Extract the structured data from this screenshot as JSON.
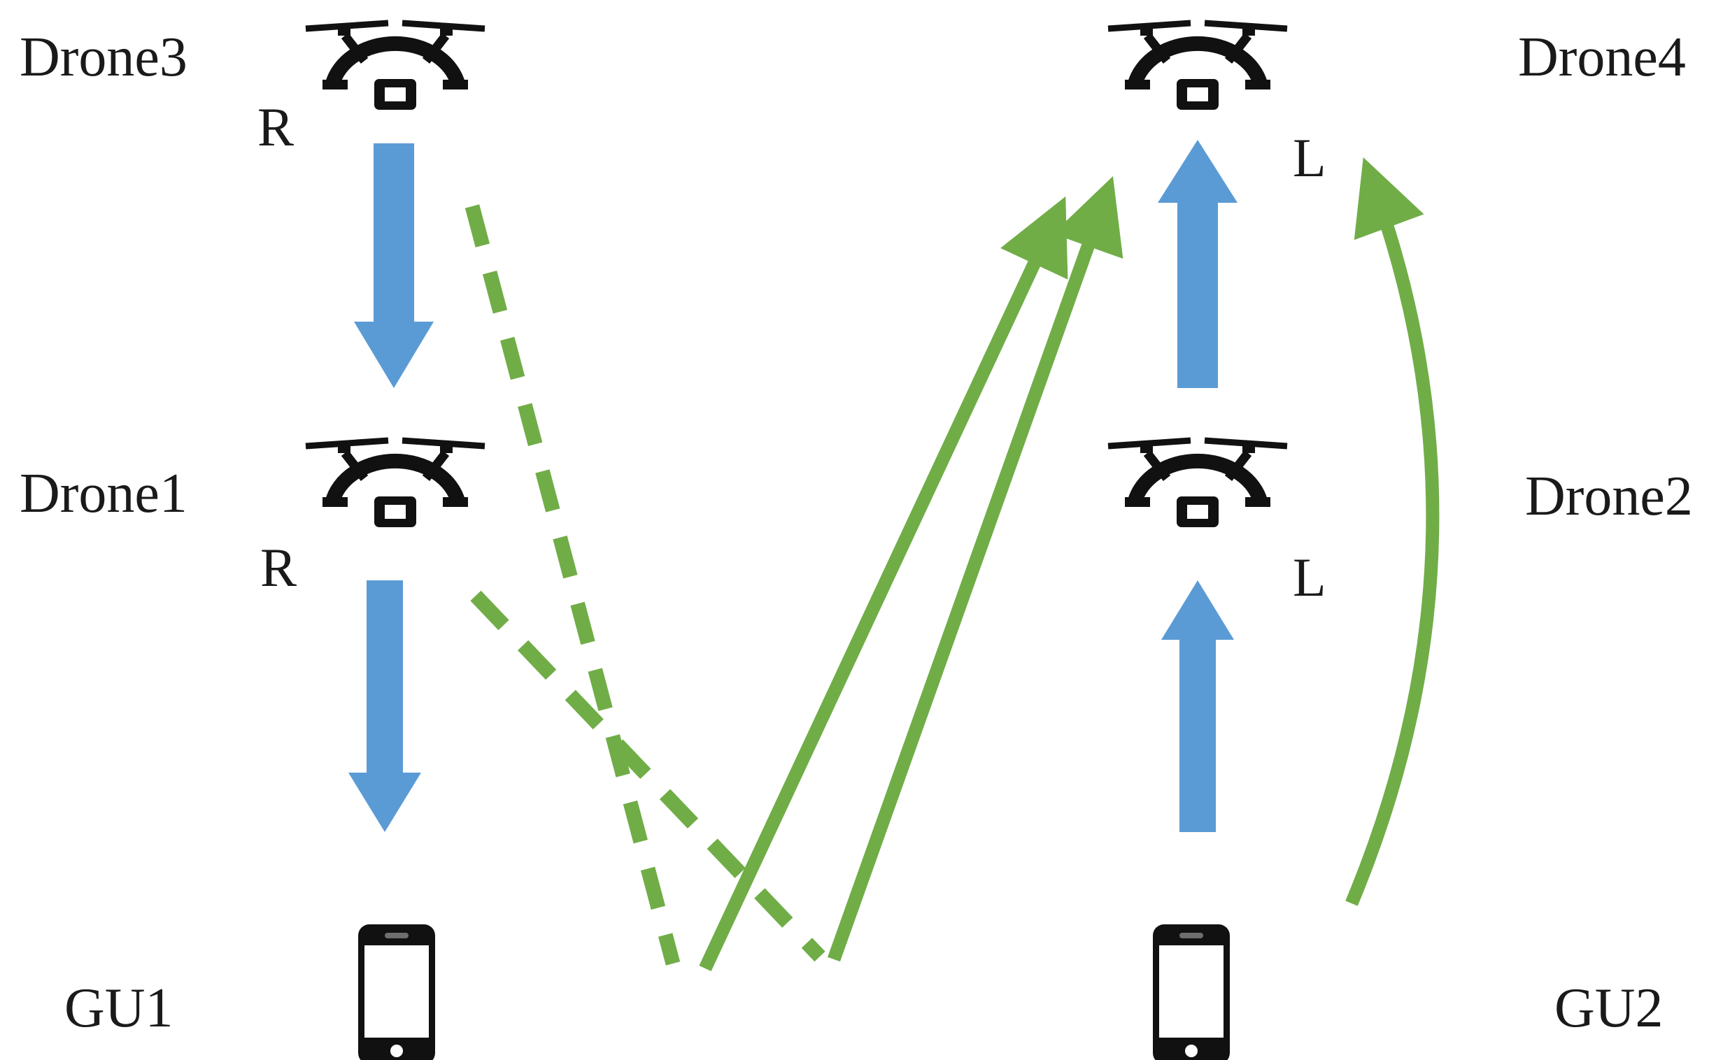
{
  "diagram": {
    "title": "Drone relay network diagram",
    "background": "#ffffff",
    "colors": {
      "blue": "#5B9BD5",
      "green": "#70AD47",
      "icon": "#111111",
      "text": "#1a1a1a"
    },
    "nodes": {
      "drone3": {
        "label": "Drone3",
        "port": "R",
        "icon": "drone-icon"
      },
      "drone1": {
        "label": "Drone1",
        "port": "R",
        "icon": "drone-icon"
      },
      "gu1": {
        "label": "GU1",
        "icon": "smartphone-icon"
      },
      "drone4": {
        "label": "Drone4",
        "port": "L",
        "icon": "drone-icon"
      },
      "drone2": {
        "label": "Drone2",
        "port": "L",
        "icon": "drone-icon"
      },
      "gu2": {
        "label": "GU2",
        "icon": "smartphone-icon"
      }
    },
    "edges": [
      {
        "from": "Drone3",
        "to": "Drone1",
        "style": "thick-solid",
        "color": "blue",
        "direction": "down"
      },
      {
        "from": "Drone1",
        "to": "GU1",
        "style": "thick-solid",
        "color": "blue",
        "direction": "down"
      },
      {
        "from": "Drone2",
        "to": "Drone4",
        "style": "thick-solid",
        "color": "blue",
        "direction": "up"
      },
      {
        "from": "GU2",
        "to": "Drone2",
        "style": "thick-solid",
        "color": "blue",
        "direction": "up"
      },
      {
        "from": "Drone3",
        "to": "bottom-center",
        "style": "dashed",
        "color": "green"
      },
      {
        "from": "Drone1",
        "to": "bottom-center",
        "style": "dashed",
        "color": "green"
      },
      {
        "from": "GU1-area",
        "to": "Drone4",
        "style": "solid-arrow",
        "color": "green"
      },
      {
        "from": "GU1-area",
        "to": "Drone4",
        "style": "solid-arrow",
        "color": "green"
      },
      {
        "from": "GU2-area",
        "to": "Drone4",
        "style": "curved-arrow",
        "color": "green"
      }
    ]
  }
}
